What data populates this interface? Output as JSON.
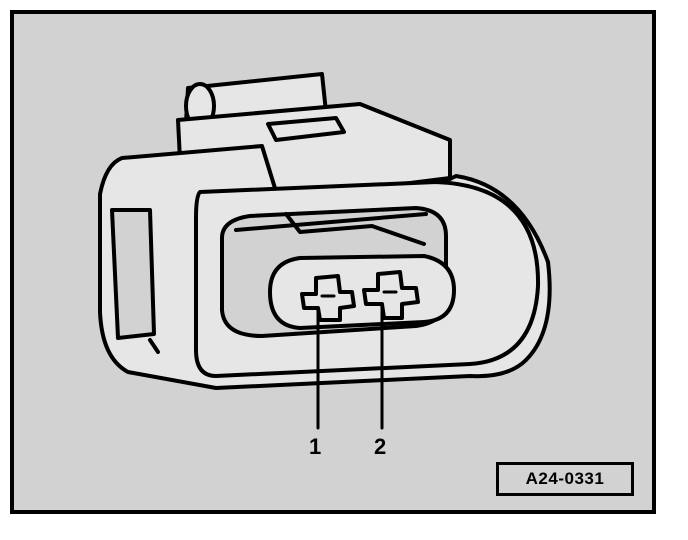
{
  "figure": {
    "code": "A24-0331",
    "pins": [
      {
        "label": "1"
      },
      {
        "label": "2"
      }
    ]
  }
}
